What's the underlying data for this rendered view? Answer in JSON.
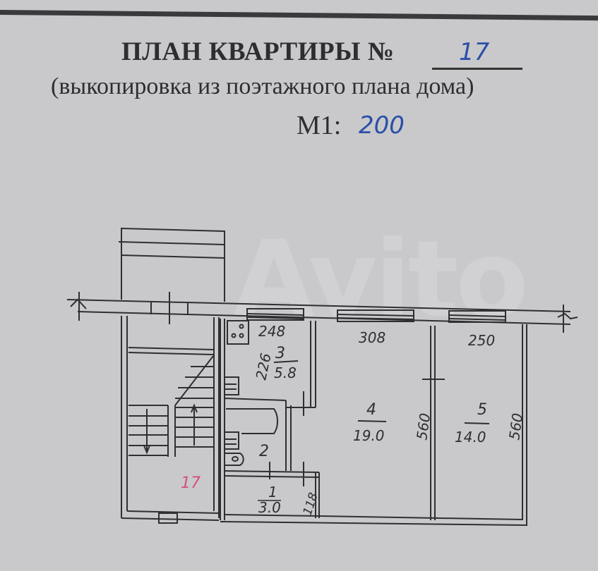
{
  "header": {
    "title": "ПЛАН КВАРТИРЫ №",
    "apartment_number": "17",
    "subtitle": "(выкопировка из поэтажного плана дома)",
    "scale_label": "М1:",
    "scale_value": "200"
  },
  "watermark": "Avito",
  "plan": {
    "apartment_marker": "17",
    "rooms": [
      {
        "number": "1",
        "area": "3.0",
        "dimension": "118"
      },
      {
        "number": "2",
        "area": ""
      },
      {
        "number": "3",
        "area": "5.8",
        "width": "248",
        "depth": "226"
      },
      {
        "number": "4",
        "area": "19.0",
        "width": "308",
        "depth": "560"
      },
      {
        "number": "5",
        "area": "14.0",
        "width": "250",
        "depth": "560"
      }
    ]
  },
  "colors": {
    "paper": "#c9c9cb",
    "ink": "#2f2f31",
    "handwriting_blue": "#2b4fa8",
    "marker_pink": "#d4507a"
  }
}
